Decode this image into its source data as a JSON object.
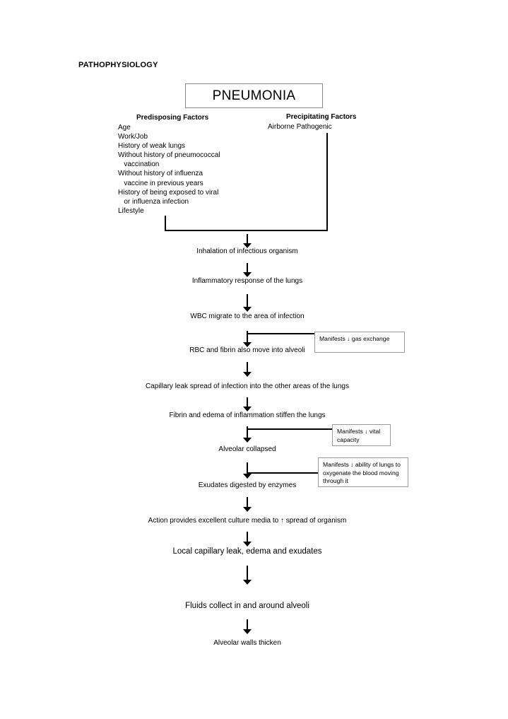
{
  "page": {
    "title": "PATHOPHYSIOLOGY"
  },
  "condition": {
    "name": "PNEUMONIA"
  },
  "factors": {
    "predisposing": {
      "heading": "Predisposing Factors",
      "items": [
        "Age",
        "Work/Job",
        "History of weak lungs",
        "Without history of pneumococcal\n   vaccination",
        "Without history of influenza\n   vaccine in previous years",
        "History of being exposed to viral\n   or influenza infection",
        "Lifestyle"
      ]
    },
    "precipitating": {
      "heading": "Precipitating Factors",
      "items": [
        "Airborne Pathogenic"
      ]
    }
  },
  "flow": {
    "steps": [
      {
        "label": "Inhalation of infectious organism"
      },
      {
        "label": "Inflammatory response of the lungs"
      },
      {
        "label": "WBC migrate to the area of infection"
      },
      {
        "label": "RBC and fibrin also move into alveoli"
      },
      {
        "label": "Capillary leak spread of infection into the other areas of the lungs"
      },
      {
        "label": "Fibrin and edema of inflammation stiffen the lungs"
      },
      {
        "label": "Alveolar collapsed"
      },
      {
        "label": "Exudates digested by enzymes"
      },
      {
        "label": "Action provides excellent culture media to ↑ spread of organism"
      },
      {
        "label": "Local capillary leak, edema and exudates"
      },
      {
        "label": "Fluids collect in and around alveoli"
      },
      {
        "label": "Alveolar walls thicken"
      }
    ]
  },
  "annotations": [
    {
      "text": "Manifests ↓ gas exchange"
    },
    {
      "text": "Manifests ↓ vital capacity"
    },
    {
      "text": "Manifests ↓ ability of lungs to oxygenate the blood moving through it"
    }
  ],
  "colors": {
    "ink": "#000000",
    "box_border": "#8a8a8a",
    "annotation_border": "#9a9a9a",
    "background": "#ffffff"
  }
}
